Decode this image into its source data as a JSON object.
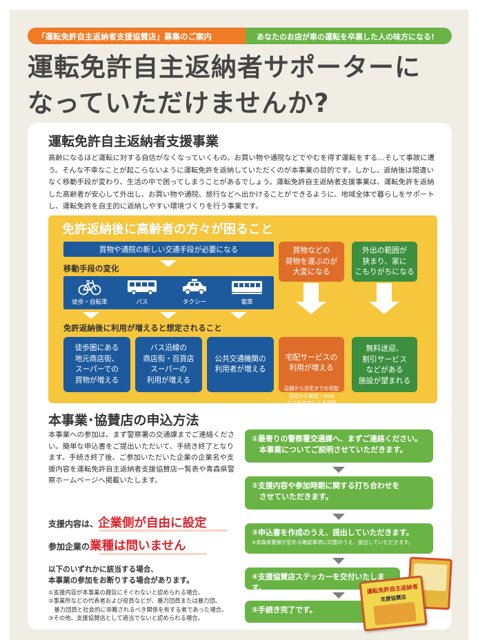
{
  "header": {
    "left_label": "「運転免許自主返納者支援協賛店」募集のご案内",
    "right_label": "あなたのお店が車の運転を卒業した人の味方になる!"
  },
  "title": {
    "line1": "運転免許自主返納者サポーターに",
    "line2": "なっていただけませんか?"
  },
  "overview": {
    "heading": "運転免許自主返納者支援事業",
    "body": "高齢になるほど運転に対する自信がなくなっていくもの。お買い物や通院などでやむを得ず運転をする…そして事故に遭う。そんな不幸なことが起こらないように運転免許を返納していただくのが本事業の目的です。しかし、返納後は間違いなく移動手段が変わり、生活の中で困ってしまうことがあるでしょう。運転免許自主返納者支援事業は、運転免許を返納した高齢者が安心して外出し、お買い物や通院、旅行などへ出かけることができるように、地域全体で暮らしをサポートし、運転免許を自主的に返納しやすい環境づくりを行う事業です。"
  },
  "problems": {
    "heading": "免許返納後に高齢者の方々が困ること",
    "banner": "買物や通院の新しい交通手段が必要になる",
    "transport_label": "移動手段の変化",
    "transport": [
      {
        "icon": "bicycle-icon",
        "label": "徒歩・自転車"
      },
      {
        "icon": "bus-icon",
        "label": "バス"
      },
      {
        "icon": "taxi-icon",
        "label": "タクシー"
      },
      {
        "icon": "train-icon",
        "label": "電車"
      }
    ],
    "expected_label": "免許返納後に利用が増えると想定されること",
    "results": [
      "徒歩圏にある\n地元商店街、\nスーパーでの\n買物が増える",
      "バス沿線の\n商店街・百貨店\nスーパーの\n利用が増える",
      "公共交通機関の\n利用者が増える"
    ],
    "orange_top": "買物などの\n荷物を運ぶのが\n大変になる",
    "orange_bottom_title": "宅配サービスの\n利用が増える",
    "orange_bottom_note": "店舗から自宅までの宅配\n自宅から電話・Web\nなどの注文による宅配",
    "green_top": "外出の範囲が\n狭まり、家に\nこもりがちになる",
    "green_bottom": "無料送迎、\n割引サービス\nなどがある\n施設が望まれる"
  },
  "application": {
    "heading": "本事業･協賛店の申込方法",
    "body": "本事業への参加は、まず警察署の交通課までご連絡ください。簡単な申込書をご提出いただいて、手続き終了となります。手続き終了後、ご参加いただいた企業の企業名や支援内容を運転免許自主返納者支援協賛店一覧表や青森県警察ホームページへ掲載いたします。",
    "support_prefix": "支援内容は、",
    "support_big": "企業側が自由に設定",
    "industry_prefix": "参加企業の",
    "industry_big": "業種は問いません",
    "cond_heading": "以下のいずれかに該当する場合、\n本事業の参加をお断りする場合があります。",
    "conditions": [
      "①支援内容が本事業の趣旨にそぐわないと認められる場合。",
      "②事業所などの代表者および役員などが、暴力団員または暴力団、",
      "　暴力団員と社会的に非難されるべき関係を有する者であった場合。",
      "③その他、支援協賛店として適当でないと認められる場合。"
    ]
  },
  "steps": [
    {
      "text": "①最寄りの警察署交通課へ、まずご連絡ください。\n　本事業についてご説明させていただきます。",
      "note": ""
    },
    {
      "text": "②支援内容や参加時期に関する打ち合わせを\n　させていただきます。",
      "note": ""
    },
    {
      "text": "③申込書を作成のうえ、提出していただきます。",
      "note": "※青森県警察が定める確認事項に同意のうえ、提出していただきます。"
    },
    {
      "text": "④支援協賛店ステッカーを交付いたします。",
      "note": ""
    },
    {
      "text": "⑤手続き完了です。",
      "note": ""
    }
  ],
  "sticker": {
    "line1": "運転免許自主返納者",
    "line2": "支援協賛店"
  },
  "colors": {
    "orange": "#f07a26",
    "green": "#6ab446",
    "navy": "#1d5a9d",
    "yellow": "#f6c63d",
    "red": "#d9242b"
  }
}
